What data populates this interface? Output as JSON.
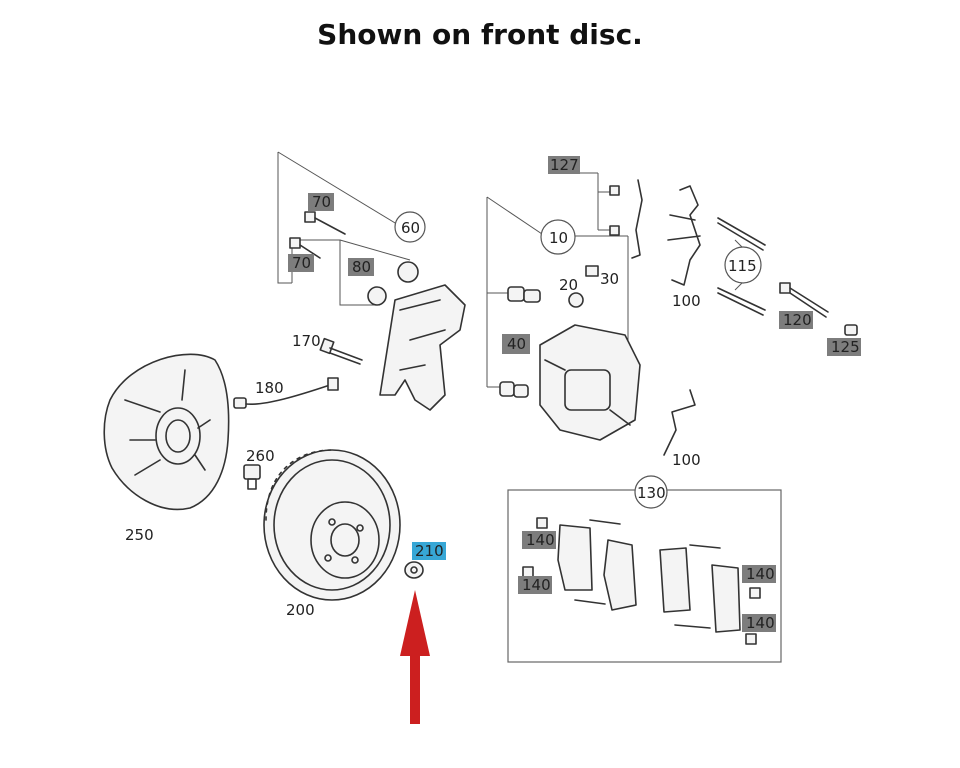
{
  "title": "Shown on front disc.",
  "labels": {
    "l70a": "70",
    "l70b": "70",
    "l60": "60",
    "l80": "80",
    "l127": "127",
    "l10": "10",
    "l20": "20",
    "l30": "30",
    "l115": "115",
    "l100a": "100",
    "l120": "120",
    "l125": "125",
    "l170": "170",
    "l40": "40",
    "l180": "180",
    "l100b": "100",
    "l260": "260",
    "l250": "250",
    "l130": "130",
    "l210": "210",
    "l200": "200",
    "l140a": "140",
    "l140b": "140",
    "l140c": "140",
    "l140d": "140"
  },
  "colors": {
    "highlight": "#37a7d6",
    "arrow": "#cc1f1f",
    "tag_gray": "#7d7d7d"
  }
}
